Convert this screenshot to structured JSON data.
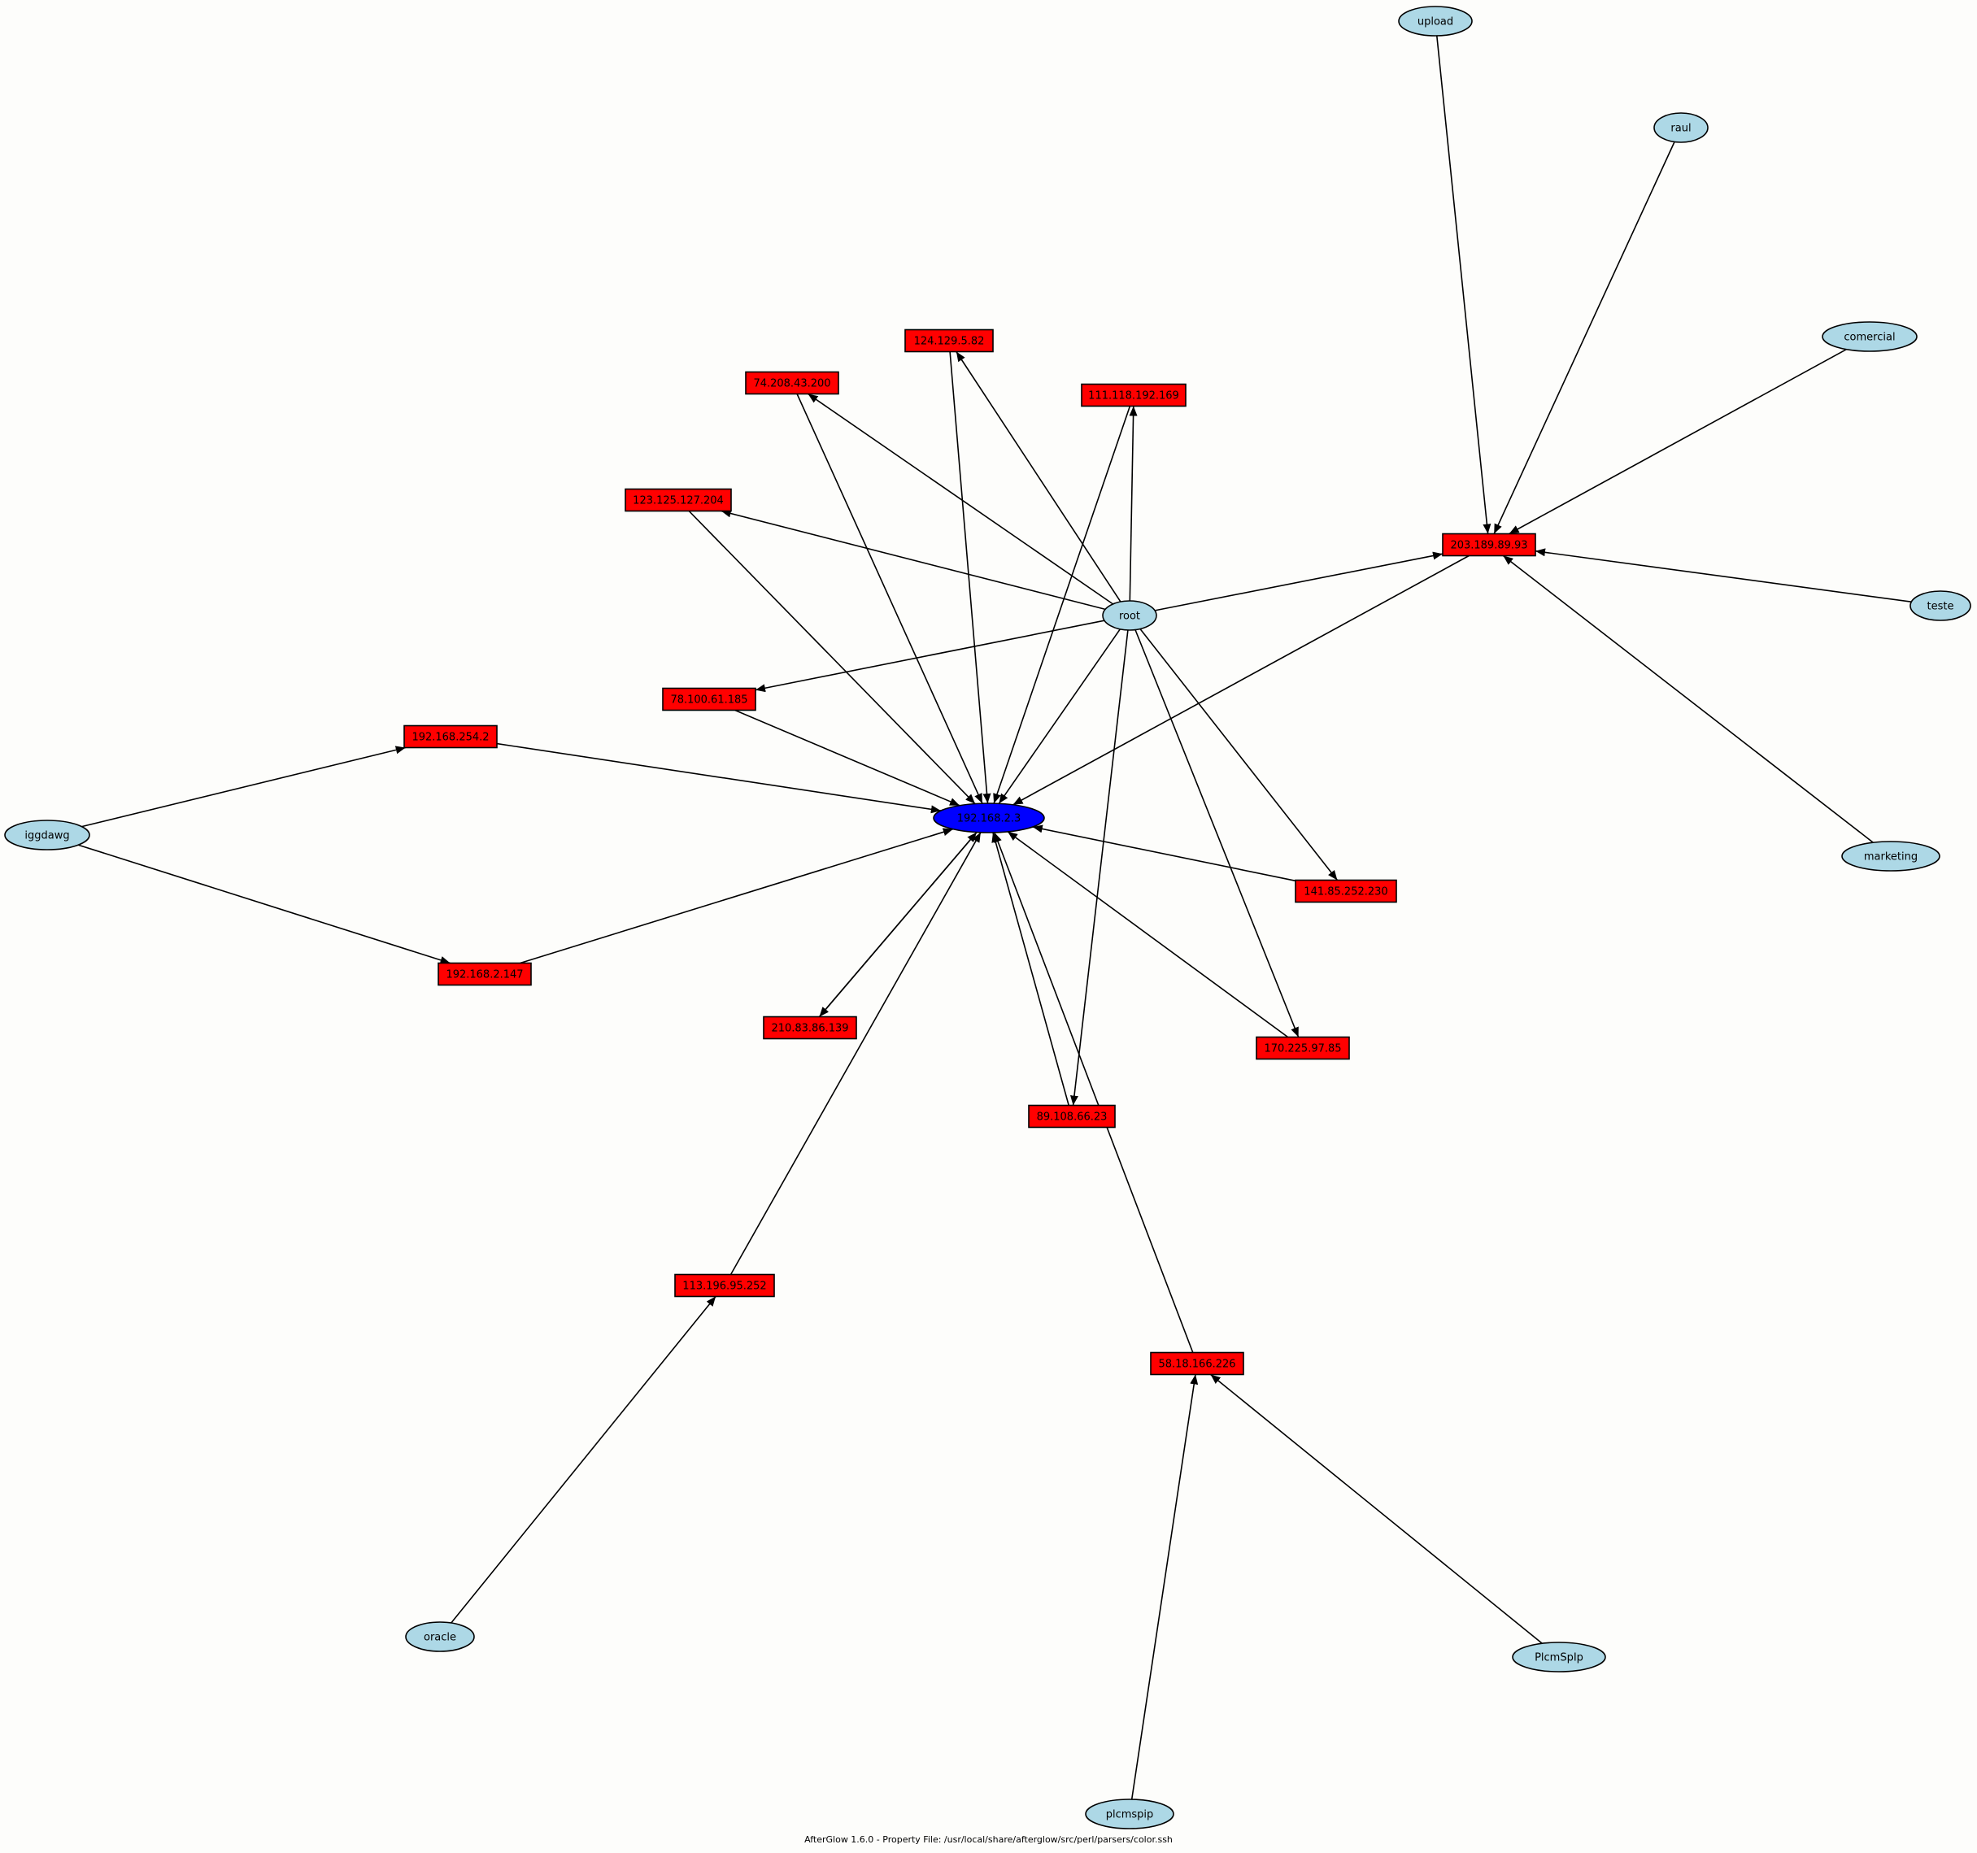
{
  "graph": {
    "caption": "AfterGlow 1.6.0 - Property File: /usr/local/share/afterglow/src/perl/parsers/color.ssh",
    "colors": {
      "background": "#fdfdfb",
      "user_node": "#add8e6",
      "ip_node": "#ff0000",
      "center_node": "#0000ff"
    },
    "nodes": [
      {
        "id": "center",
        "label": "192.168.2.3",
        "kind": "center"
      },
      {
        "id": "root",
        "label": "root",
        "kind": "user"
      },
      {
        "id": "iggdawg",
        "label": "iggdawg",
        "kind": "user"
      },
      {
        "id": "upload",
        "label": "upload",
        "kind": "user"
      },
      {
        "id": "raul",
        "label": "raul",
        "kind": "user"
      },
      {
        "id": "comercial",
        "label": "comercial",
        "kind": "user"
      },
      {
        "id": "teste",
        "label": "teste",
        "kind": "user"
      },
      {
        "id": "marketing",
        "label": "marketing",
        "kind": "user"
      },
      {
        "id": "oracle",
        "label": "oracle",
        "kind": "user"
      },
      {
        "id": "PlcmSpIp",
        "label": "PlcmSpIp",
        "kind": "user"
      },
      {
        "id": "plcmspip",
        "label": "plcmspip",
        "kind": "user"
      },
      {
        "id": "ip124",
        "label": "124.129.5.82",
        "kind": "ip"
      },
      {
        "id": "ip74",
        "label": "74.208.43.200",
        "kind": "ip"
      },
      {
        "id": "ip111",
        "label": "111.118.192.169",
        "kind": "ip"
      },
      {
        "id": "ip123",
        "label": "123.125.127.204",
        "kind": "ip"
      },
      {
        "id": "ip203",
        "label": "203.189.89.93",
        "kind": "ip"
      },
      {
        "id": "ip78",
        "label": "78.100.61.185",
        "kind": "ip"
      },
      {
        "id": "ip254",
        "label": "192.168.254.2",
        "kind": "ip"
      },
      {
        "id": "ip141",
        "label": "141.85.252.230",
        "kind": "ip"
      },
      {
        "id": "ip2147",
        "label": "192.168.2.147",
        "kind": "ip"
      },
      {
        "id": "ip210",
        "label": "210.83.86.139",
        "kind": "ip"
      },
      {
        "id": "ip170",
        "label": "170.225.97.85",
        "kind": "ip"
      },
      {
        "id": "ip89",
        "label": "89.108.66.23",
        "kind": "ip"
      },
      {
        "id": "ip113",
        "label": "113.196.95.252",
        "kind": "ip"
      },
      {
        "id": "ip58",
        "label": "58.18.166.226",
        "kind": "ip"
      }
    ],
    "edges": [
      {
        "from": "root",
        "to": "ip124"
      },
      {
        "from": "root",
        "to": "ip74"
      },
      {
        "from": "root",
        "to": "ip111"
      },
      {
        "from": "root",
        "to": "ip123"
      },
      {
        "from": "root",
        "to": "ip203"
      },
      {
        "from": "root",
        "to": "ip78"
      },
      {
        "from": "root",
        "to": "center"
      },
      {
        "from": "root",
        "to": "ip141"
      },
      {
        "from": "root",
        "to": "ip170"
      },
      {
        "from": "root",
        "to": "ip89"
      },
      {
        "from": "ip124",
        "to": "center"
      },
      {
        "from": "ip74",
        "to": "center"
      },
      {
        "from": "ip111",
        "to": "center"
      },
      {
        "from": "ip123",
        "to": "center"
      },
      {
        "from": "ip203",
        "to": "center"
      },
      {
        "from": "ip78",
        "to": "center"
      },
      {
        "from": "ip254",
        "to": "center"
      },
      {
        "from": "ip2147",
        "to": "center"
      },
      {
        "from": "ip141",
        "to": "center"
      },
      {
        "from": "ip170",
        "to": "center"
      },
      {
        "from": "ip89",
        "to": "center"
      },
      {
        "from": "ip113",
        "to": "center"
      },
      {
        "from": "ip58",
        "to": "center"
      },
      {
        "from": "ip210",
        "to": "center"
      },
      {
        "from": "center",
        "to": "ip210"
      },
      {
        "from": "iggdawg",
        "to": "ip254"
      },
      {
        "from": "iggdawg",
        "to": "ip2147"
      },
      {
        "from": "upload",
        "to": "ip203"
      },
      {
        "from": "raul",
        "to": "ip203"
      },
      {
        "from": "comercial",
        "to": "ip203"
      },
      {
        "from": "teste",
        "to": "ip203"
      },
      {
        "from": "marketing",
        "to": "ip203"
      },
      {
        "from": "oracle",
        "to": "ip113"
      },
      {
        "from": "PlcmSpIp",
        "to": "ip58"
      },
      {
        "from": "plcmspip",
        "to": "ip58"
      }
    ]
  }
}
